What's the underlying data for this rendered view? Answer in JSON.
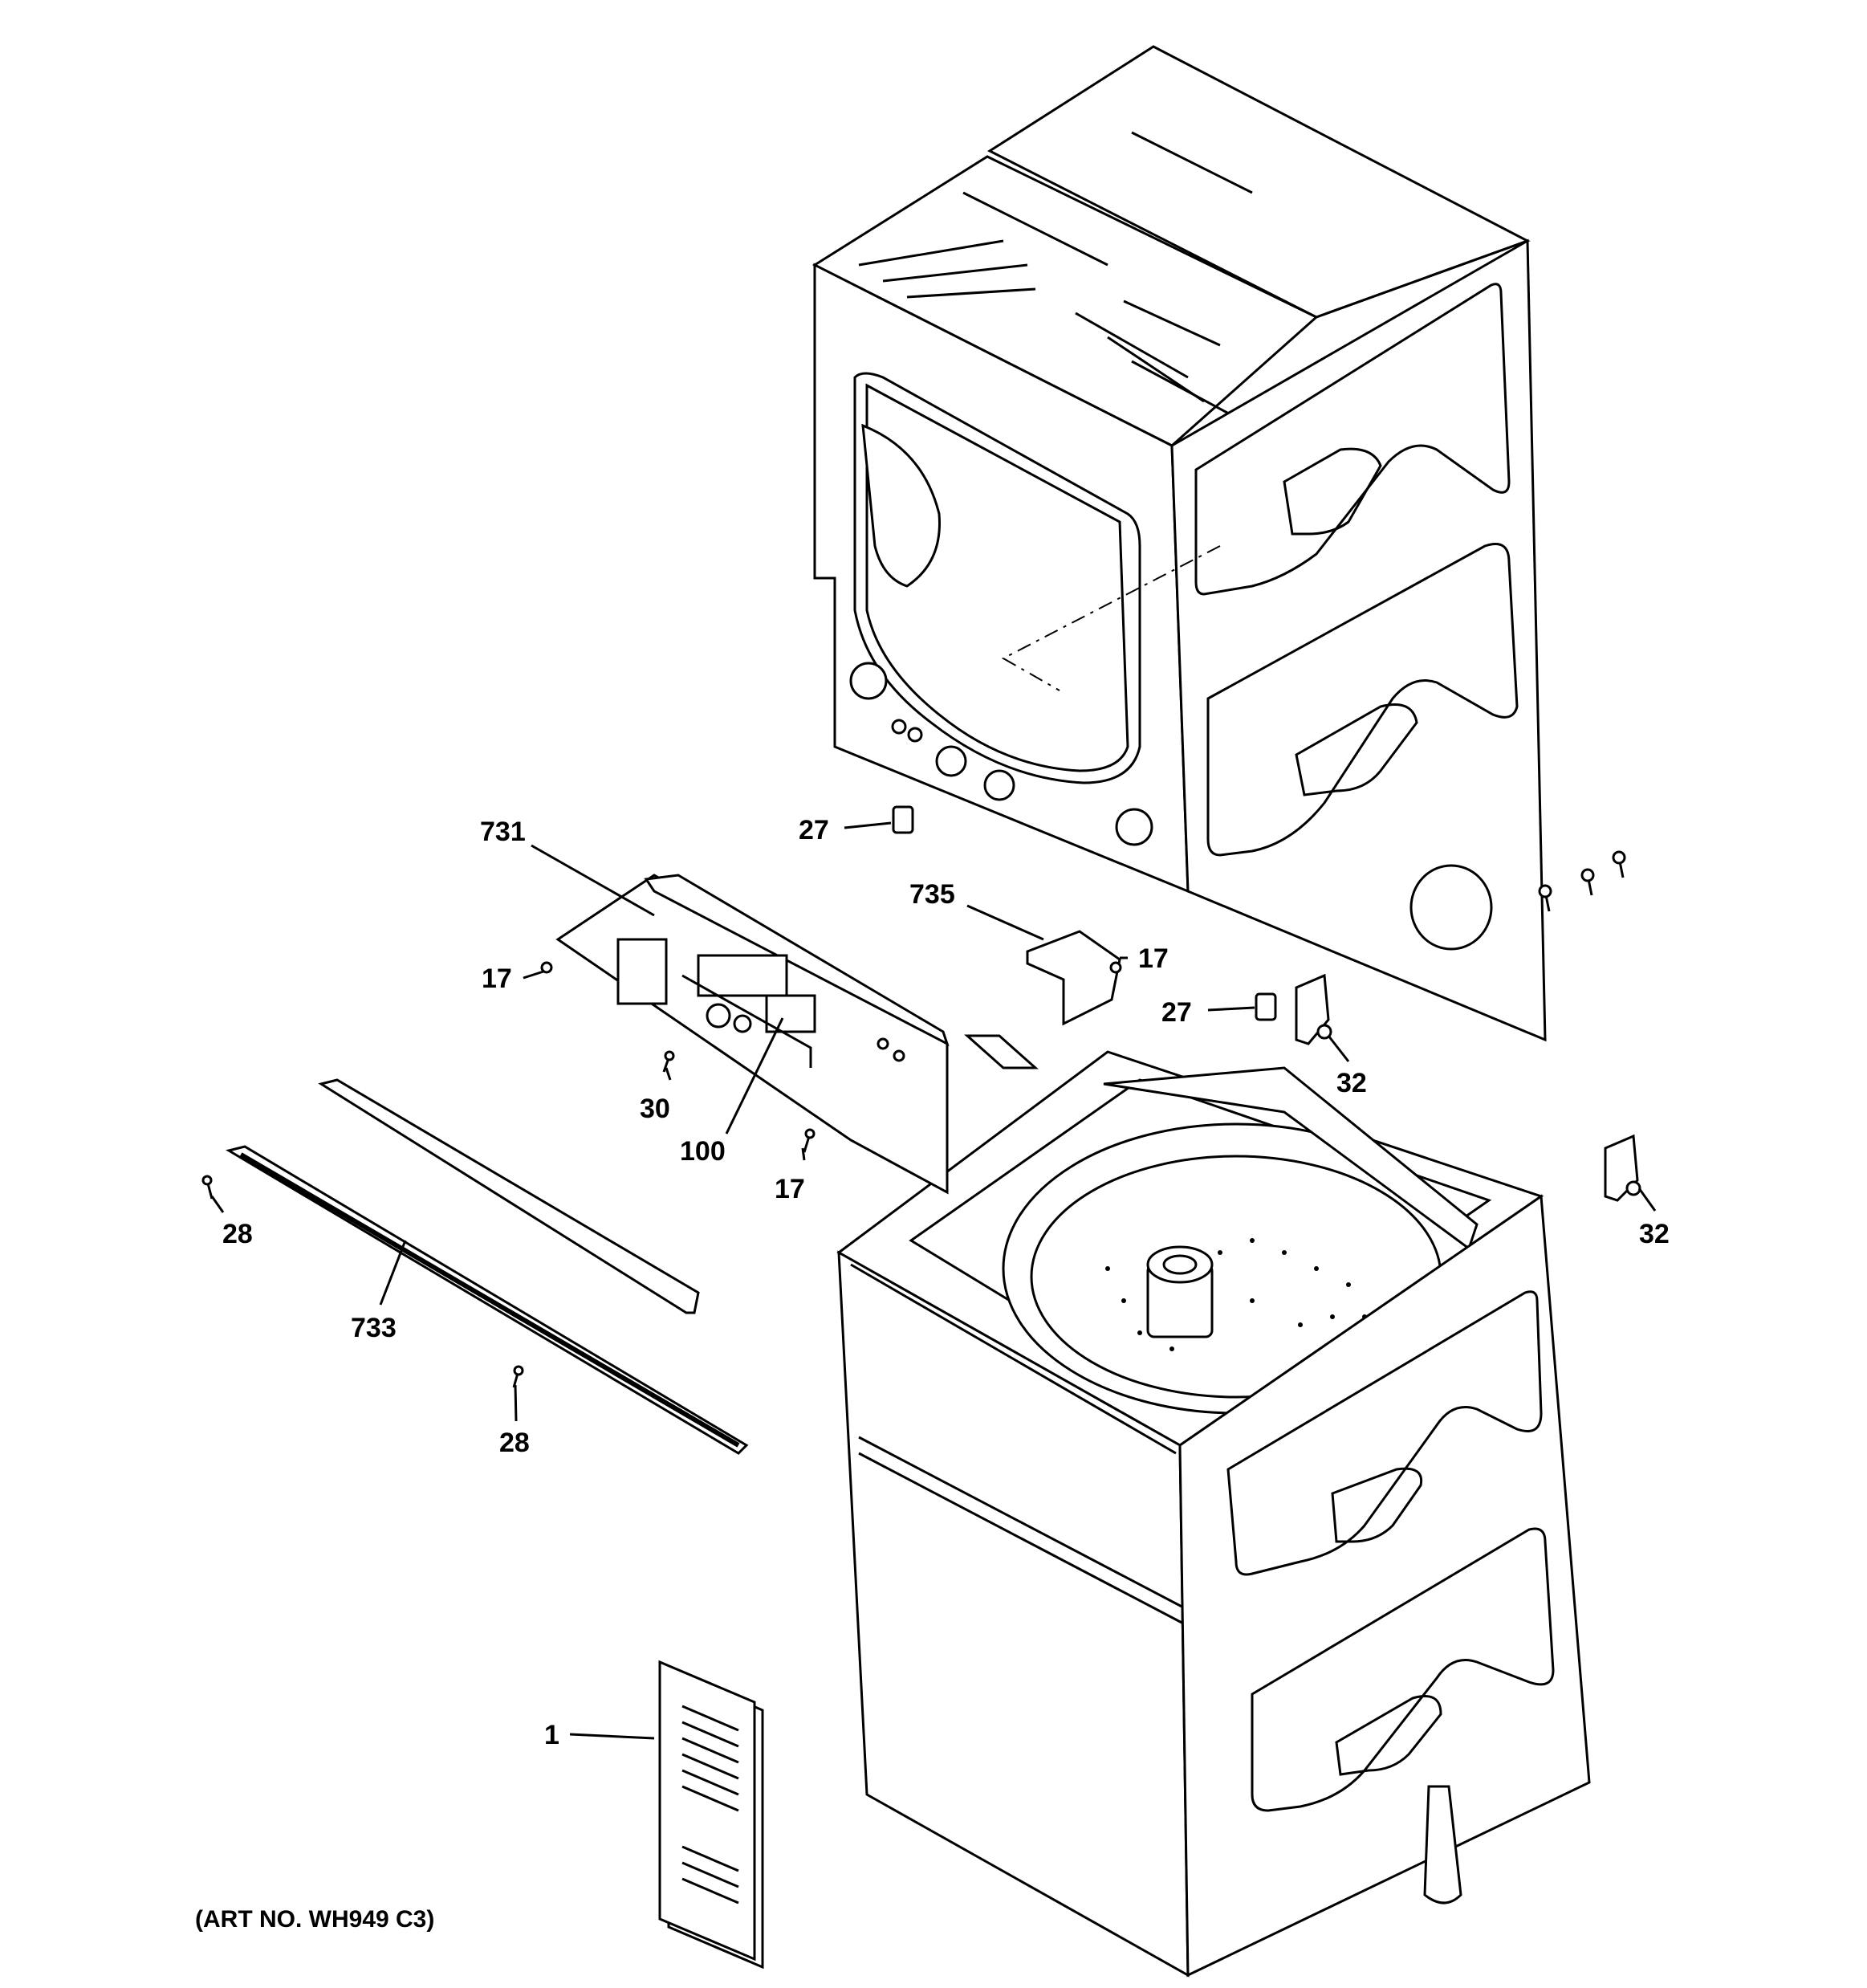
{
  "diagram": {
    "art_number": "(ART NO. WH949 C3)",
    "callouts": {
      "c1": "1",
      "c17a": "17",
      "c17b": "17",
      "c17c": "17",
      "c27a": "27",
      "c27b": "27",
      "c28a": "28",
      "c28b": "28",
      "c30": "30",
      "c32a": "32",
      "c32b": "32",
      "c100": "100",
      "c731": "731",
      "c733": "733",
      "c735": "735"
    }
  }
}
